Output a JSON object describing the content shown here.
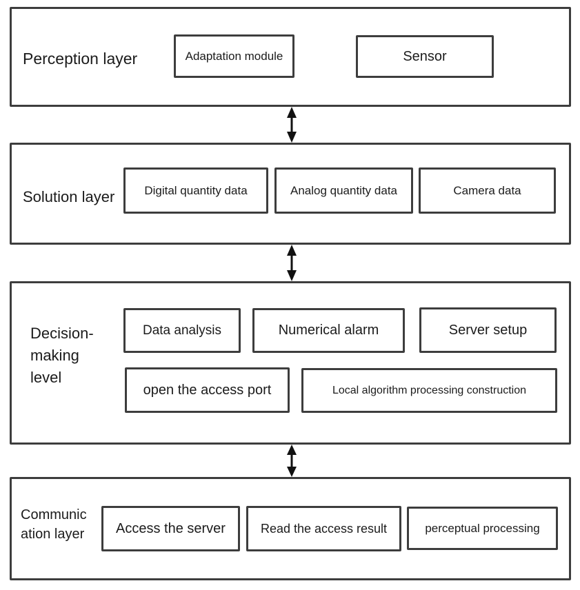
{
  "colors": {
    "border": "#3d3d3d",
    "text": "#1b1b1b",
    "arrow": "#111111",
    "background": "#ffffff"
  },
  "layers": [
    {
      "name": "perception",
      "label": "Perception layer",
      "boxes": [
        {
          "label": "Adaptation module"
        },
        {
          "label": "Sensor"
        }
      ]
    },
    {
      "name": "solution",
      "label": "Solution layer",
      "boxes": [
        {
          "label": "Digital quantity data"
        },
        {
          "label": "Analog quantity data"
        },
        {
          "label": "Camera data"
        }
      ]
    },
    {
      "name": "decision-making",
      "label": "Decision-\nmaking\nlevel",
      "boxes": [
        {
          "label": "Data analysis"
        },
        {
          "label": "Numerical alarm"
        },
        {
          "label": "Server setup"
        },
        {
          "label": "open the access port"
        },
        {
          "label": "Local algorithm processing construction"
        }
      ]
    },
    {
      "name": "communication",
      "label": "Communic\nation layer",
      "boxes": [
        {
          "label": "Access the server"
        },
        {
          "label": "Read the access result"
        },
        {
          "label": "perceptual processing"
        }
      ]
    }
  ],
  "connectors": [
    {
      "type": "double-arrow",
      "from": "perception-layer",
      "to": "solution-layer"
    },
    {
      "type": "double-arrow",
      "from": "solution-layer",
      "to": "decision-making-level"
    },
    {
      "type": "double-arrow",
      "from": "decision-making-level",
      "to": "communication-layer"
    }
  ]
}
